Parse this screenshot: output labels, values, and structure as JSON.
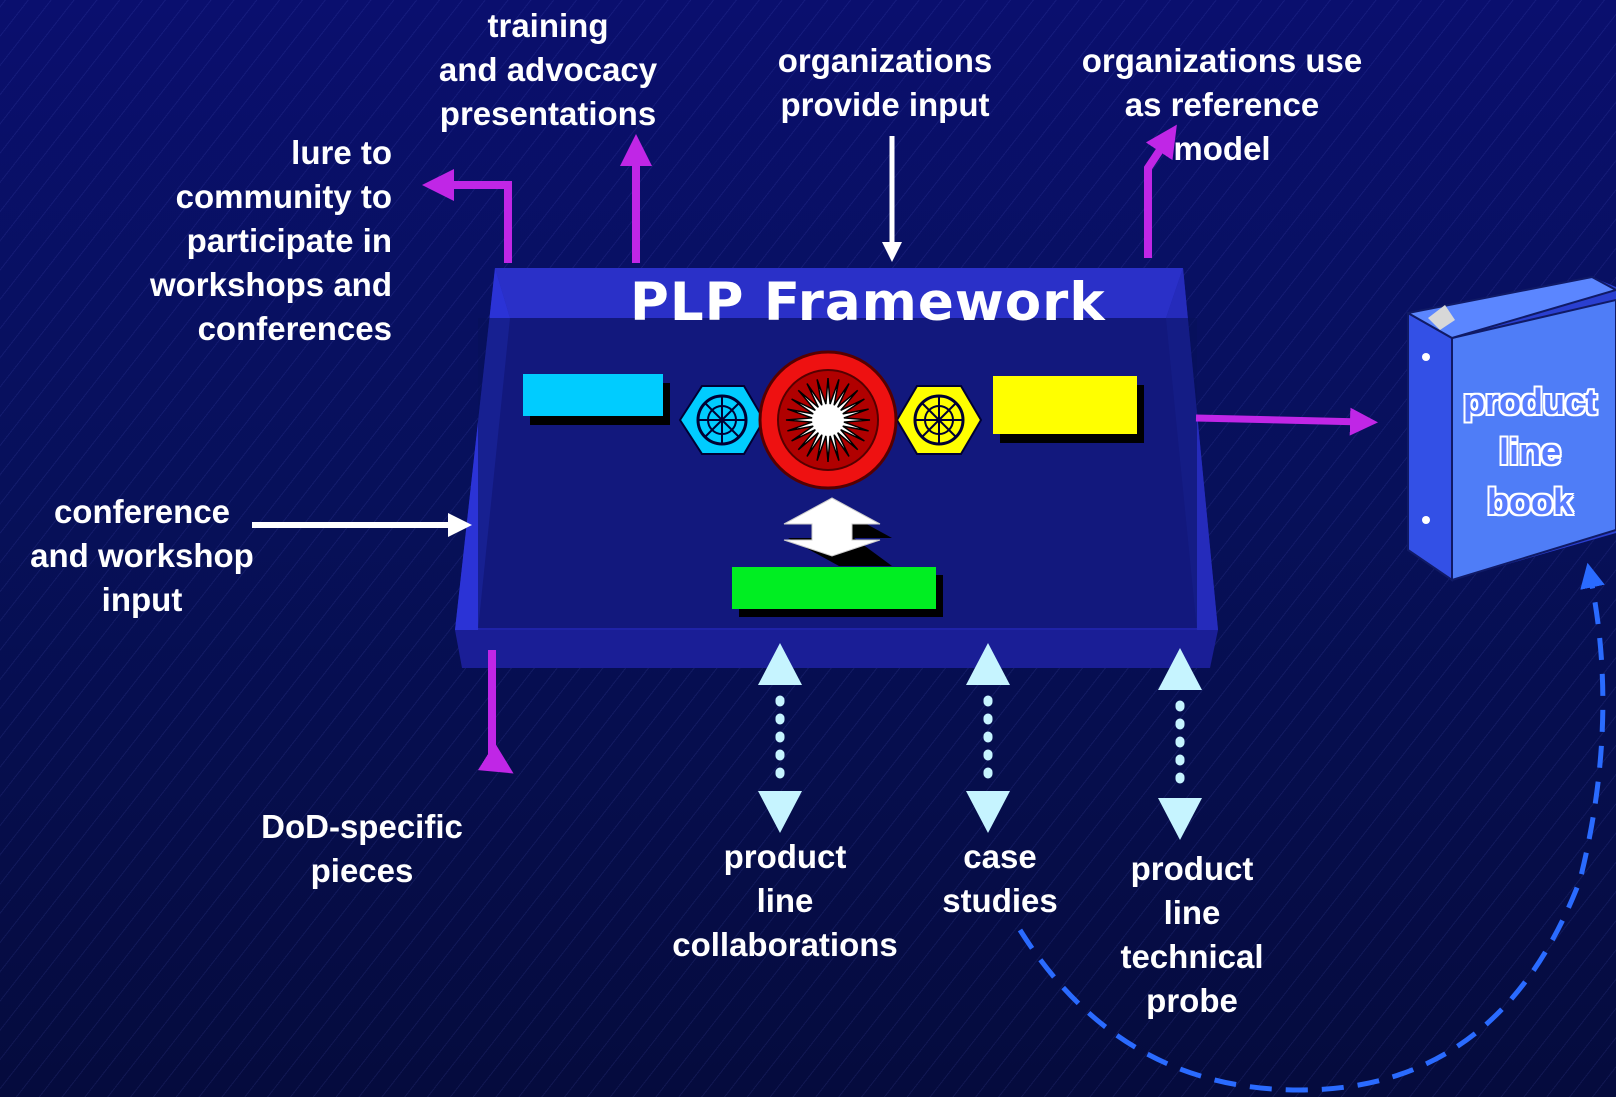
{
  "framework": {
    "title": "PLP Framework"
  },
  "labels": {
    "training": [
      "training",
      "and advocacy",
      "presentations"
    ],
    "organizations_input": [
      "organizations",
      "provide input"
    ],
    "organizations_use": [
      "organizations use",
      "as reference",
      "model"
    ],
    "lure": [
      "lure to",
      "community to",
      "participate in",
      "workshops and",
      "conferences"
    ],
    "conference": [
      "conference",
      "and workshop",
      "input"
    ],
    "dod": [
      "DoD-specific",
      "pieces"
    ],
    "collaborations": [
      "product",
      "line",
      "collaborations"
    ],
    "case_studies": [
      "case",
      "studies"
    ],
    "technical_probe": [
      "product",
      "line",
      "technical",
      "probe"
    ]
  },
  "book": {
    "label": [
      "product",
      "line",
      "book"
    ]
  },
  "colors": {
    "background": "#0a0f6e",
    "tray": "#2a2fc4",
    "tray_edge": "#3a44e0",
    "arrow_magenta": "#c026e6",
    "arrow_white": "#ffffff",
    "arrow_cyan": "#c6f4ff",
    "dashed_curve": "#2a6bff",
    "block_cyan": "#00ccff",
    "block_yellow": "#ffff00",
    "block_green": "#00ee22",
    "star_red": "#ee1111",
    "book_blue": "#4f7df7"
  }
}
